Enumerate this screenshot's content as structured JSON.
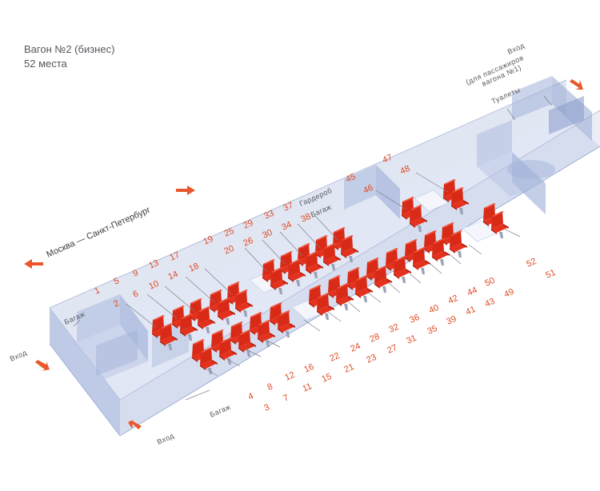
{
  "header": {
    "title": "Вагон №2 (бизнес)",
    "subtitle": "52 места"
  },
  "route": {
    "label": "Москва — Санкт-Петербург"
  },
  "labels": {
    "entrance": "Вход",
    "luggage": "Багаж",
    "wardrobe": "Гардероб",
    "toilets": "Туалеты",
    "entrance_wagon1_line1": "Вход",
    "entrance_wagon1_line2": "(для пассажиров",
    "entrance_wagon1_line3": "вагона №1)"
  },
  "seats": {
    "top_row1": [
      "1",
      "5",
      "9",
      "13",
      "17",
      "19",
      "25",
      "29",
      "33",
      "37",
      "45",
      "47"
    ],
    "top_row2": [
      "2",
      "6",
      "10",
      "14",
      "18",
      "20",
      "26",
      "30",
      "34",
      "38",
      "46",
      "48"
    ],
    "bottom_row1": [
      "4",
      "8",
      "12",
      "16",
      "22",
      "24",
      "28",
      "32",
      "36",
      "40",
      "42",
      "44",
      "50",
      "52"
    ],
    "bottom_row2": [
      "3",
      "7",
      "11",
      "15",
      "21",
      "23",
      "27",
      "31",
      "35",
      "39",
      "41",
      "43",
      "49",
      "51"
    ]
  },
  "colors": {
    "seat": "#e5321e",
    "seat_dark": "#b3200f",
    "accent": "#e9572b",
    "wall": "#c9d2ea",
    "wall_dark": "#9fb0d7",
    "floor": "#dde3f3",
    "text_gray": "#55575d"
  }
}
